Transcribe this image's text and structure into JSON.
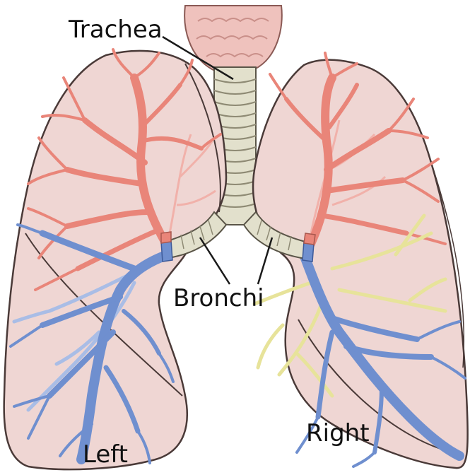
{
  "labels": {
    "trachea": "Trachea",
    "bronchi": "Bronchi",
    "left": "Left",
    "right": "Right"
  },
  "colors": {
    "background": "#ffffff",
    "lung_fill": "#efd6d3",
    "lung_outline": "#4a3a38",
    "trachea_fill": "#e2e0cc",
    "thyroid_fill": "#efc2bd",
    "artery_red": "#e98579",
    "vein_blue": "#6f8fcf",
    "vein_light_blue": "#a9bde6",
    "yellow_branch": "#e7e39a",
    "leader_line": "#1a1a1a"
  }
}
